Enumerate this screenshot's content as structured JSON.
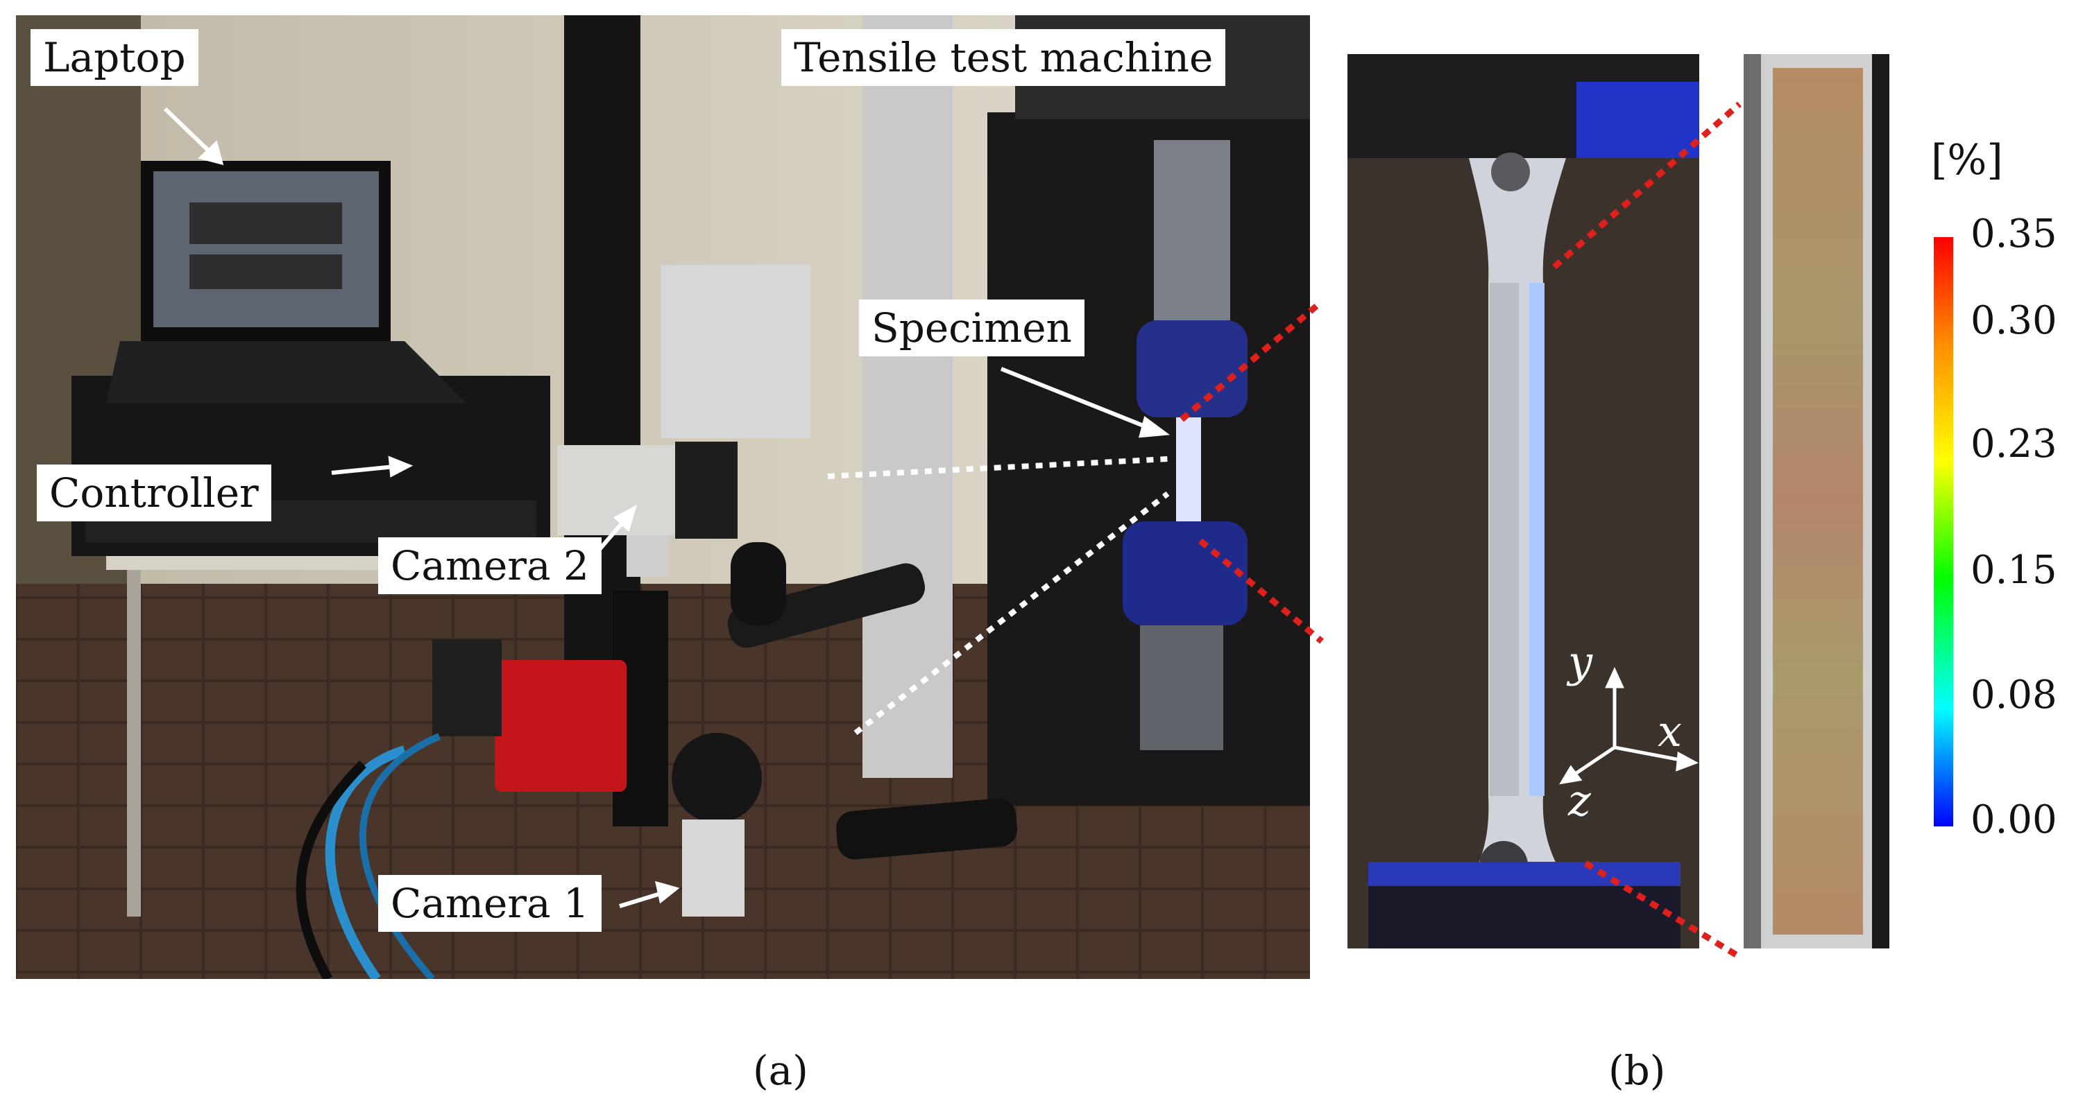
{
  "panel_a": {
    "labels": {
      "laptop": "Laptop",
      "tensile_machine": "Tensile test machine",
      "specimen": "Specimen",
      "controller": "Controller",
      "camera2": "Camera 2",
      "camera1": "Camera 1"
    },
    "caption": "(a)"
  },
  "panel_b": {
    "axes": {
      "x": "x",
      "y": "y",
      "z": "z"
    },
    "caption": "(b)",
    "colorbar": {
      "unit": "[%]",
      "ticks": [
        "0.35",
        "0.30",
        "0.23",
        "0.15",
        "0.08",
        "0.00"
      ],
      "colors": [
        "#ff0000",
        "#ff8c00",
        "#ffff00",
        "#00ff00",
        "#00ffff",
        "#0000ff"
      ]
    }
  },
  "colors": {
    "zoom_line": "#e0201c",
    "view_line": "#ffffff"
  }
}
